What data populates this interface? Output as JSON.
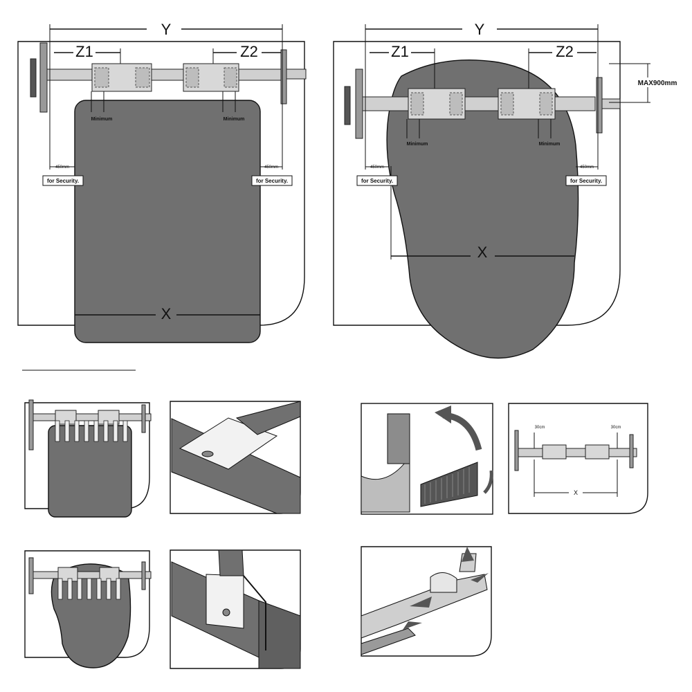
{
  "diagram1": {
    "label_y": "Y",
    "label_z1": "Z1",
    "label_z2": "Z2",
    "label_x": "X",
    "label_min_left": "Minimum",
    "label_min_right": "Minimum",
    "label_450_left": "450mm",
    "label_450_right": "450mm",
    "label_security_left": "for Security.",
    "label_security_right": "for Security."
  },
  "diagram2": {
    "label_y": "Y",
    "label_z1": "Z1",
    "label_z2": "Z2",
    "label_x": "X",
    "label_max": "MAX900mm",
    "label_min_left": "Minimum",
    "label_min_right": "Minimum",
    "label_450_left": "450mm",
    "label_450_right": "450mm",
    "label_security_left": "for Security.",
    "label_security_right": "for Security."
  },
  "step_bar": {
    "label_30_left": "30cm",
    "label_30_right": "30cm",
    "label_x": "X"
  },
  "colors": {
    "cover": "#707070",
    "outline": "#111111",
    "bar": "#d0d0d0"
  }
}
